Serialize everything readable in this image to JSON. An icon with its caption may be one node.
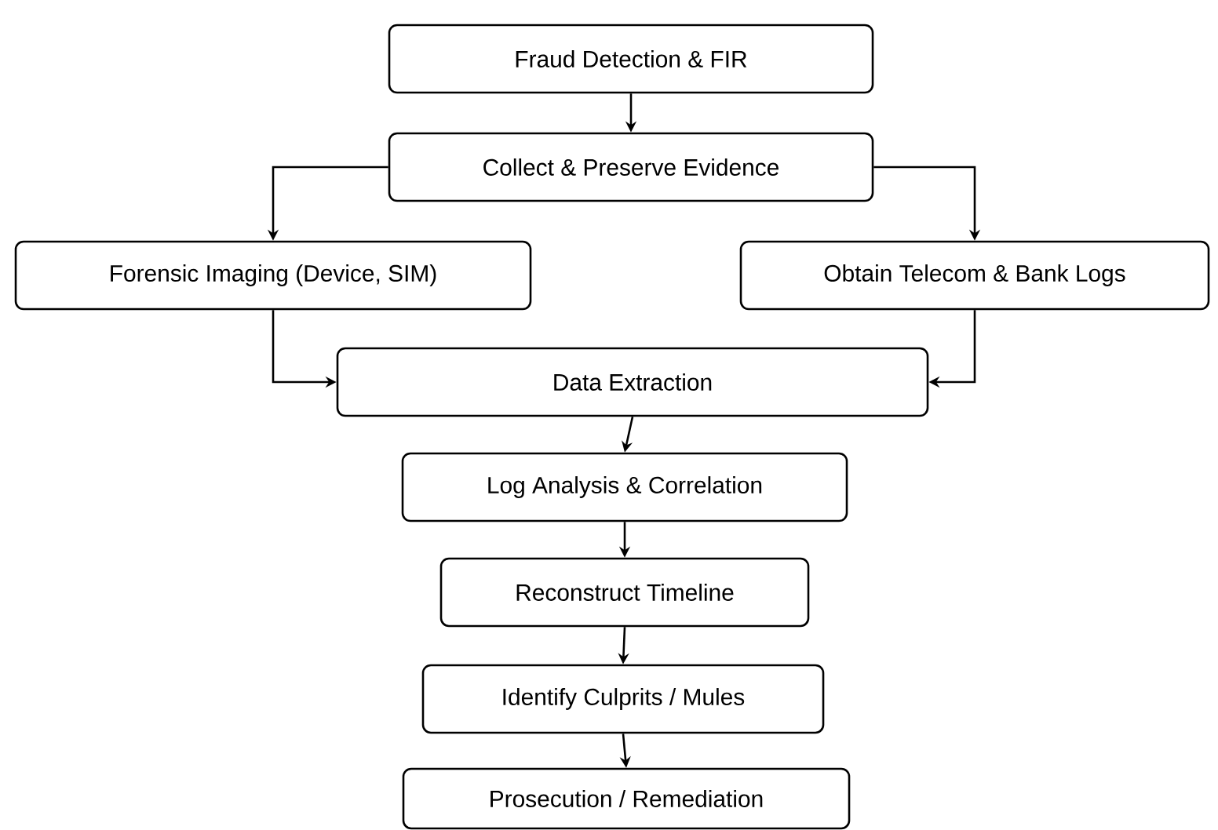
{
  "diagram": {
    "nodes": [
      {
        "text": [
          "Fraud Detection & FIR"
        ]
      },
      {
        "text": [
          "Collect & Preserve Evidence"
        ]
      },
      {
        "text": [
          "Forensic Imaging (Device, SIM)"
        ]
      },
      {
        "text": [
          "Obtain Telecom & Bank Logs"
        ]
      },
      {
        "text": [
          "Data Extraction"
        ]
      },
      {
        "text": [
          "Log Analysis & Correlation"
        ]
      },
      {
        "text": [
          "Reconstruct Timeline"
        ]
      },
      {
        "text": [
          "Identify Culprits / Mules"
        ]
      },
      {
        "text": [
          "Prosecution / Remediation"
        ]
      }
    ],
    "edges": [
      {
        "from": 0,
        "to": 1,
        "arrow": "to"
      },
      {
        "from": 1,
        "to": 2,
        "arrow": "to"
      },
      {
        "from": 1,
        "to": 3,
        "arrow": "to"
      },
      {
        "from": 2,
        "to": 4,
        "arrow": "to"
      },
      {
        "from": 3,
        "to": 4,
        "arrow": "to"
      },
      {
        "from": 4,
        "to": 5,
        "arrow": "to"
      },
      {
        "from": 5,
        "to": 6,
        "arrow": "to"
      },
      {
        "from": 6,
        "to": 7,
        "arrow": "to"
      },
      {
        "from": 7,
        "to": 8,
        "arrow": "to"
      }
    ]
  }
}
